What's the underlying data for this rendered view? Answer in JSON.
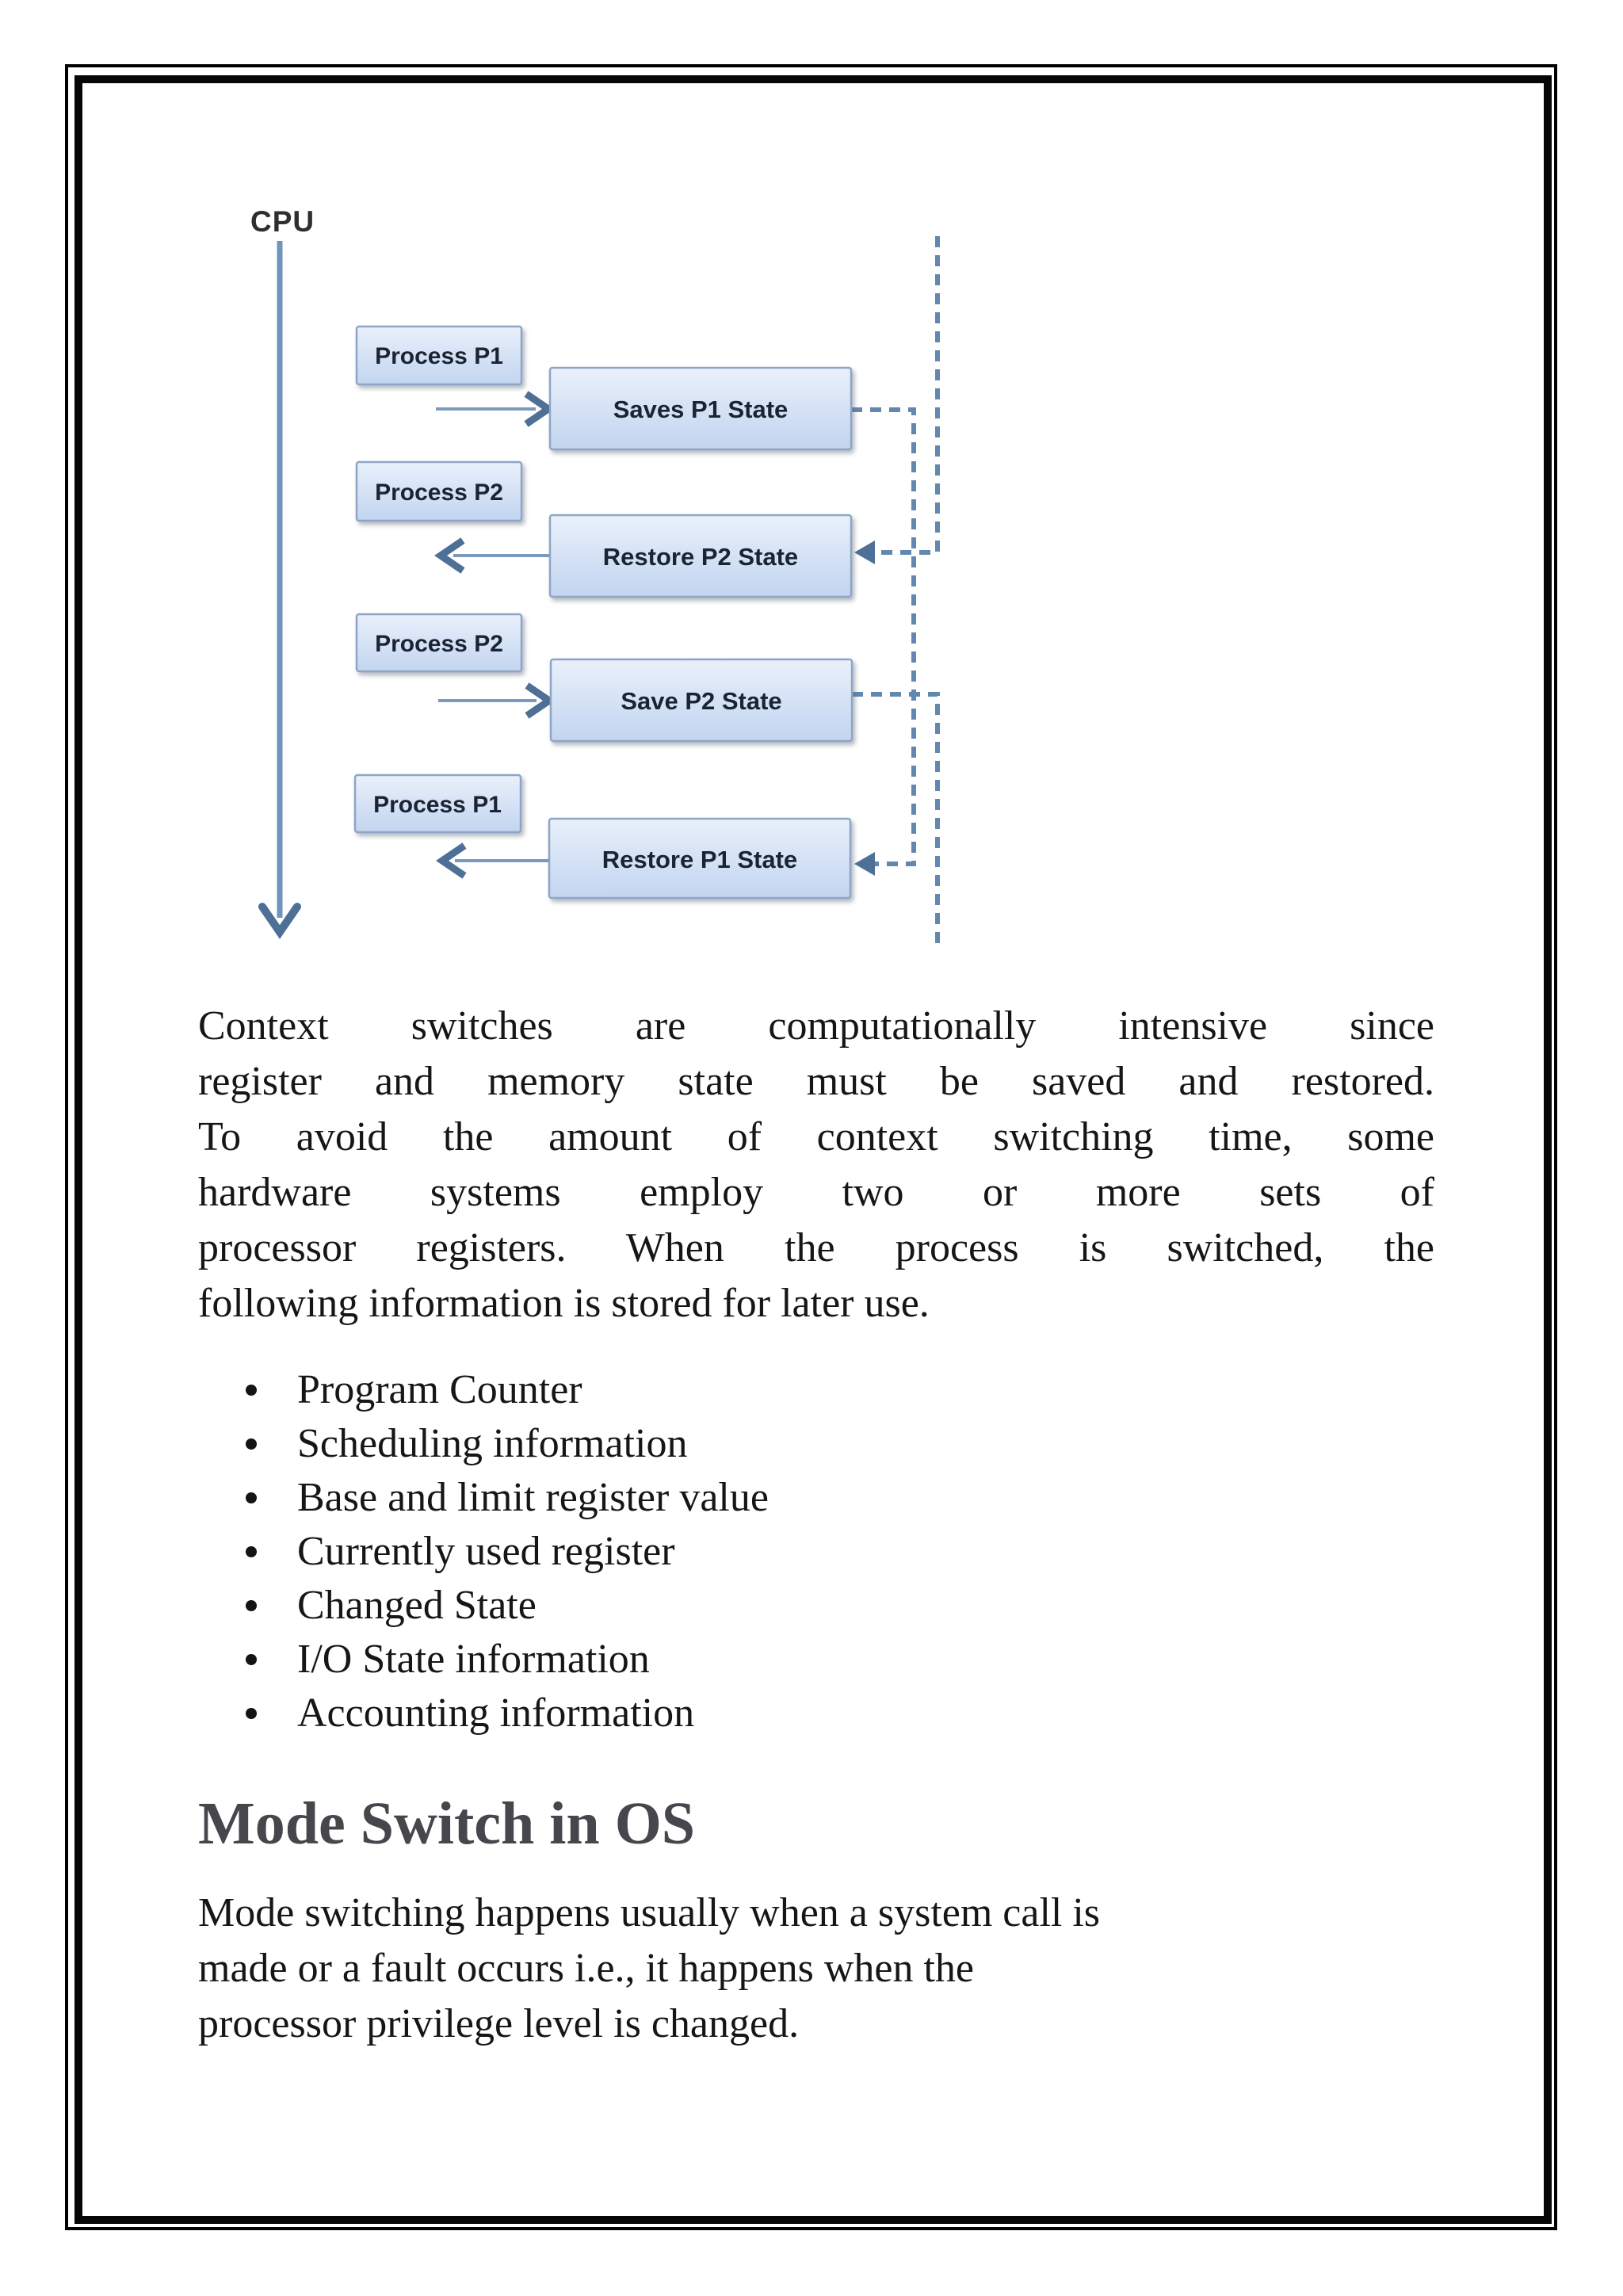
{
  "diagram": {
    "cpu_label": "CPU",
    "rows": [
      {
        "process": "Process P1",
        "state": "Saves P1 State",
        "direction": "right"
      },
      {
        "process": "Process P2",
        "state": "Restore P2 State",
        "direction": "left"
      },
      {
        "process": "Process P2",
        "state": "Save P2 State",
        "direction": "right"
      },
      {
        "process": "Process P1",
        "state": "Restore P1 State",
        "direction": "left"
      }
    ],
    "colors": {
      "box_fill_top": "#e9f0fb",
      "box_fill_bottom": "#c2d5f0",
      "box_border": "#8fa5c6",
      "box_text": "#1b2433",
      "timeline": "#6f95be",
      "arrow_shaft": "#7b9ac1",
      "arrow_head": "#4e7097",
      "dashed_line": "#6288b0"
    }
  },
  "paragraph1": {
    "lines": [
      "Context switches are computationally intensive since",
      "register and memory state must be saved and restored.",
      "To avoid the amount of context switching time, some",
      "hardware systems employ two or more sets of",
      "processor registers. When the process is switched, the",
      "following information is stored for later use."
    ]
  },
  "bullets": [
    "Program Counter",
    "Scheduling information",
    "Base and limit register value",
    "Currently used register",
    "Changed State",
    "I/O State information",
    "Accounting information"
  ],
  "heading": "Mode Switch in OS",
  "paragraph2": {
    "lines": [
      "Mode switching happens usually when a system call is",
      "made or a fault occurs i.e., it happens when the",
      "processor privilege level is changed."
    ]
  }
}
